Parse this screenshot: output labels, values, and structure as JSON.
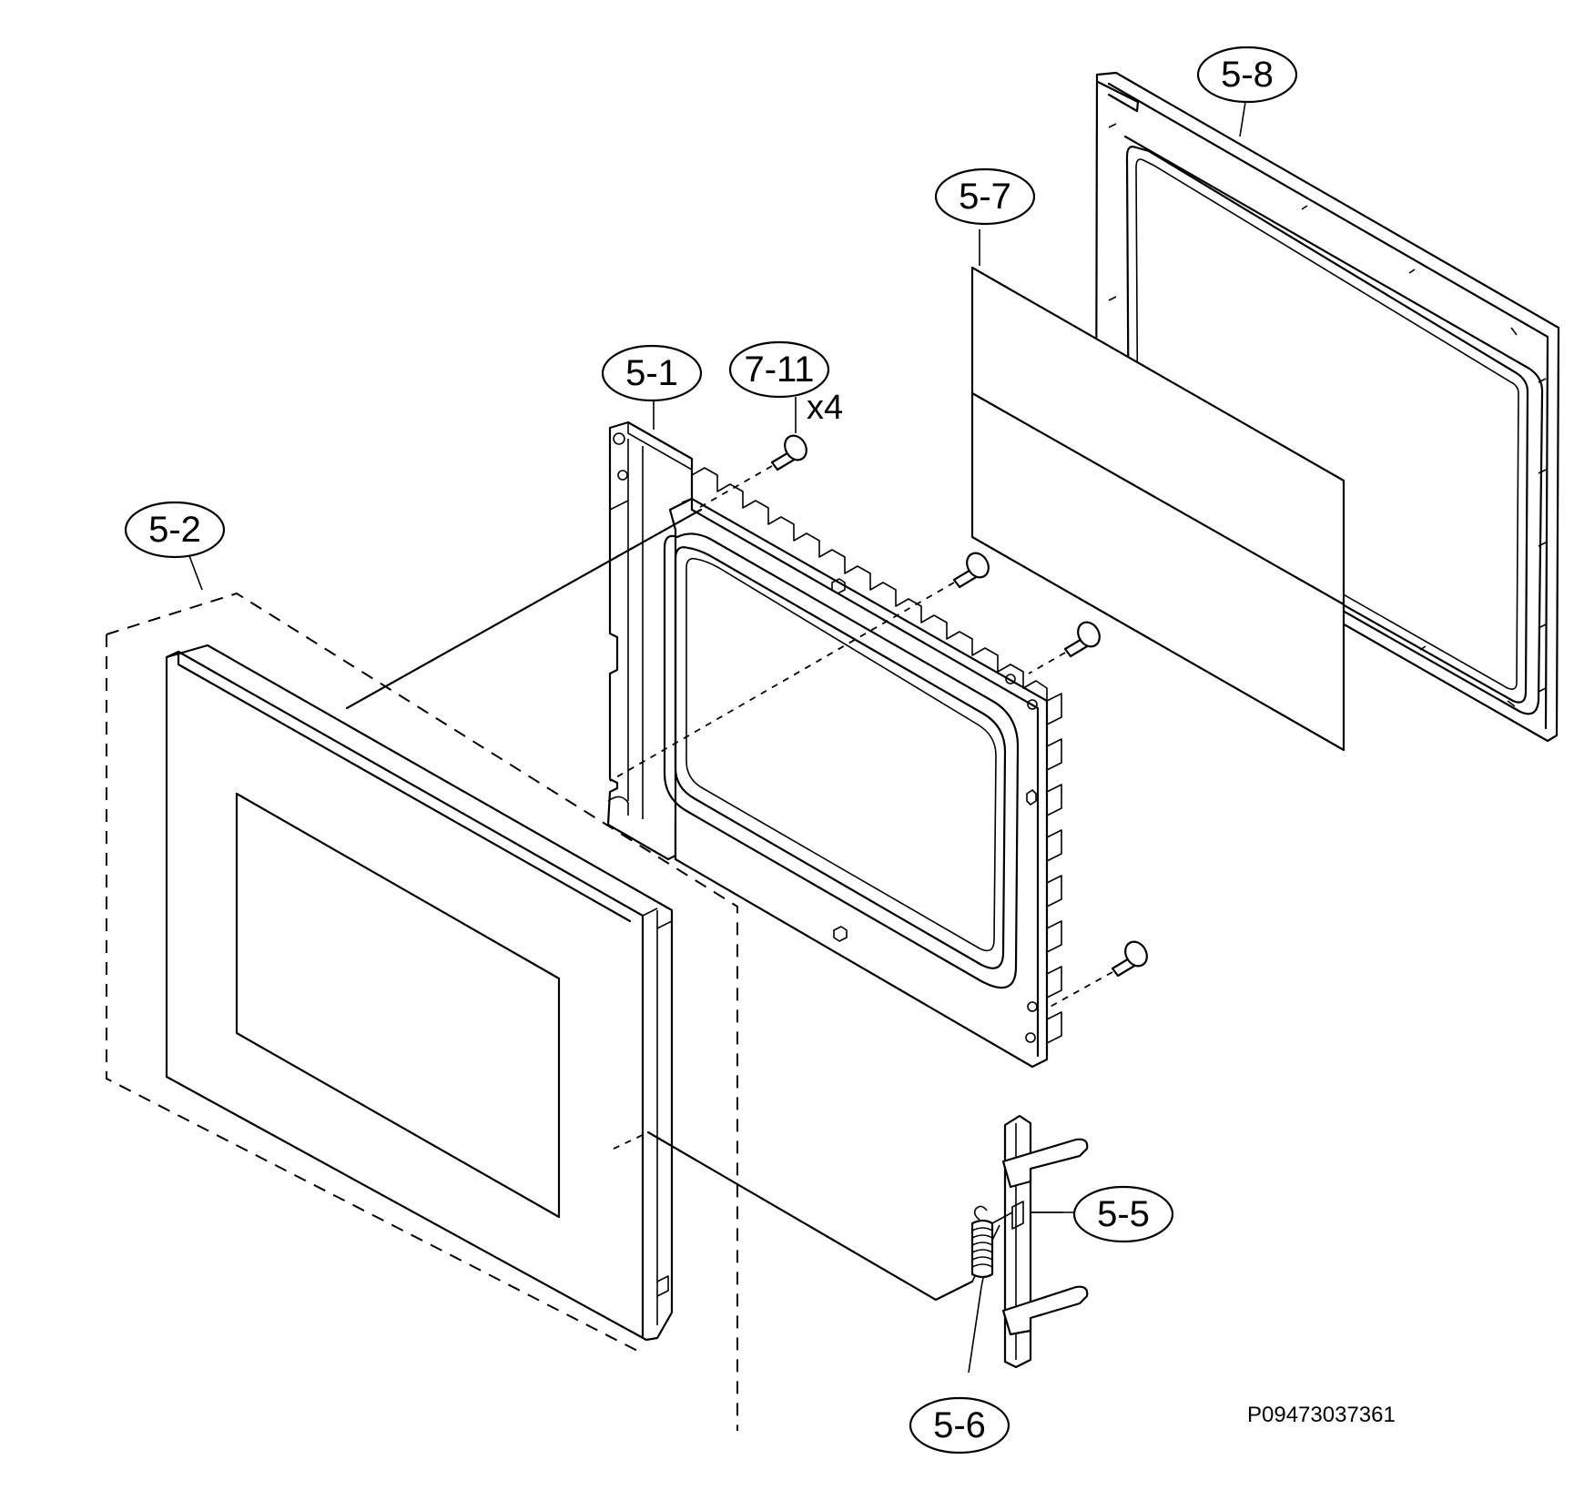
{
  "diagram": {
    "callouts": {
      "part_5_1": "5-1",
      "part_5_2": "5-2",
      "part_5_5": "5-5",
      "part_5_6": "5-6",
      "part_5_7": "5-7",
      "part_5_8": "5-8",
      "part_7_11": "7-11"
    },
    "quantity_7_11": "x4",
    "drawing_code": "P09473037361"
  }
}
